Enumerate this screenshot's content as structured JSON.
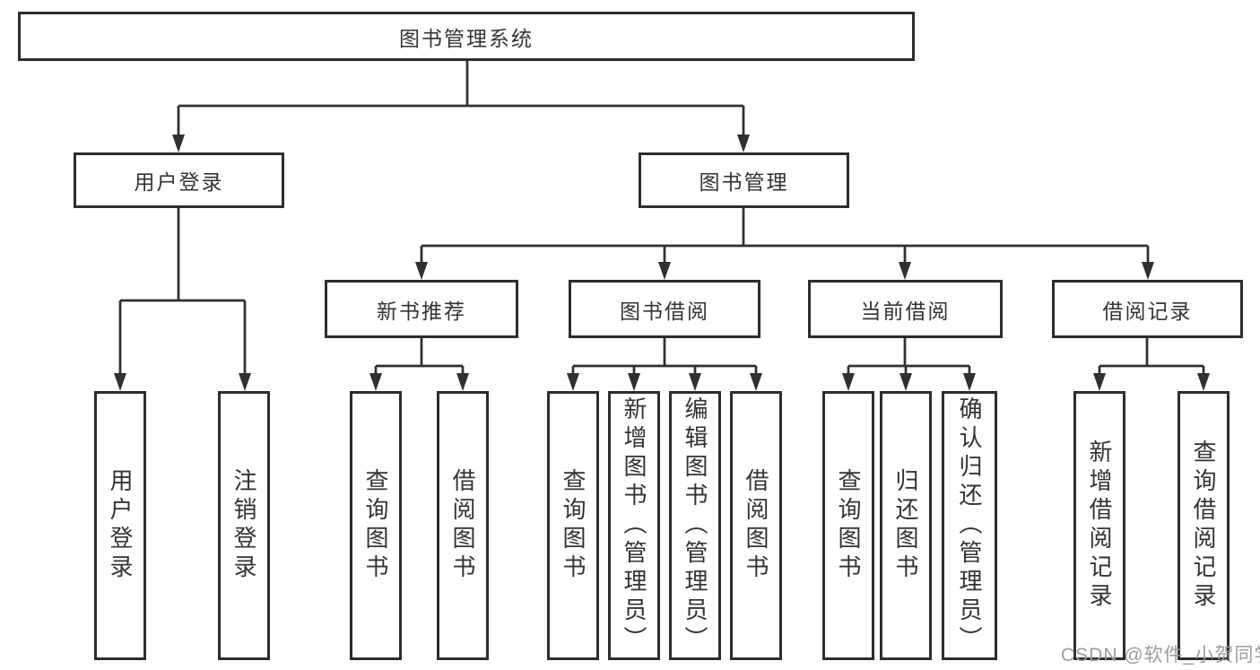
{
  "tree": {
    "label": "图书管理系统",
    "children": [
      {
        "label": "用户登录",
        "children": [
          {
            "label": "用户登录"
          },
          {
            "label": "注销登录"
          }
        ]
      },
      {
        "label": "图书管理",
        "children": [
          {
            "label": "新书推荐",
            "children": [
              {
                "label": "查询图书"
              },
              {
                "label": "借阅图书"
              }
            ]
          },
          {
            "label": "图书借阅",
            "children": [
              {
                "label": "查询图书"
              },
              {
                "label": "新增图书（管理员）"
              },
              {
                "label": "编辑图书（管理员）"
              },
              {
                "label": "借阅图书"
              }
            ]
          },
          {
            "label": "当前借阅",
            "children": [
              {
                "label": "查询图书"
              },
              {
                "label": "归还图书"
              },
              {
                "label": "确认归还（管理员）"
              }
            ]
          },
          {
            "label": "借阅记录",
            "children": [
              {
                "label": "新增借阅记录"
              },
              {
                "label": "查询借阅记录"
              }
            ]
          }
        ]
      }
    ]
  },
  "watermark": "CSDN @软件_小贺同学",
  "colors": {
    "line": "#303030",
    "box_border": "#2d2d2d",
    "text": "#333333",
    "watermark": "#9c9c9c",
    "background": "#ffffff"
  }
}
